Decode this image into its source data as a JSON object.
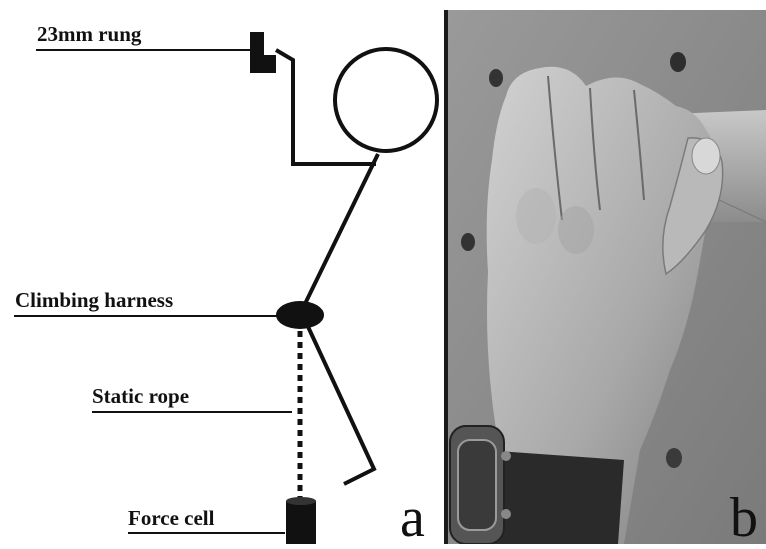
{
  "figure": {
    "labels": {
      "rung": "23mm rung",
      "harness": "Climbing harness",
      "rope": "Static rope",
      "force_cell": "Force cell"
    },
    "panel_letters": {
      "left": "a",
      "right": "b"
    }
  }
}
